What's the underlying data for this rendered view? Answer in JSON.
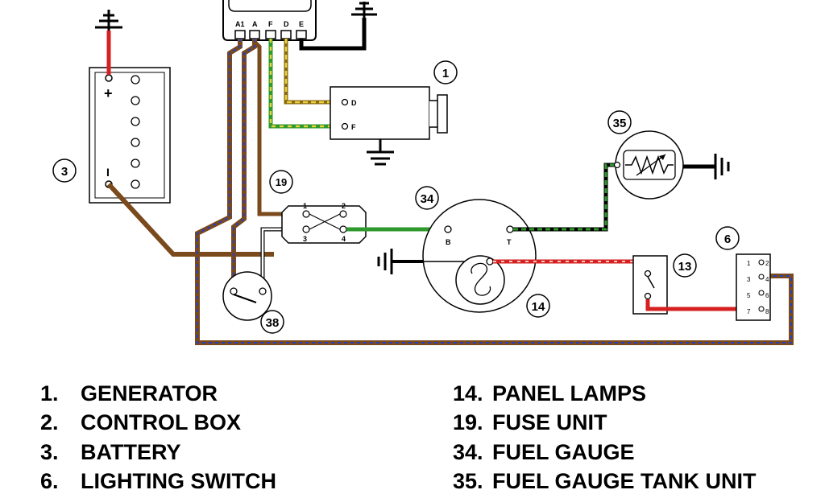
{
  "control_box": {
    "terminals": [
      "A1",
      "A",
      "F",
      "D",
      "E"
    ]
  },
  "generator": {
    "number": "1",
    "terminals": {
      "d": "D",
      "f": "F"
    }
  },
  "battery": {
    "number": "3",
    "plus": "+",
    "minus": "I"
  },
  "fuse_unit": {
    "number": "19",
    "terminals": [
      "1",
      "2",
      "3",
      "4"
    ]
  },
  "fuel_gauge": {
    "number": "34",
    "terminals": {
      "b": "B",
      "t": "T"
    }
  },
  "panel_lamp": {
    "number": "14"
  },
  "tank_unit": {
    "number": "35"
  },
  "sw13": {
    "number": "13"
  },
  "connector6": {
    "number": "6",
    "pins": [
      "1",
      "2",
      "3",
      "4",
      "5",
      "6",
      "7",
      "8"
    ]
  },
  "lighting_switch": {
    "number": "38"
  },
  "legend": {
    "left": [
      {
        "num": "1.",
        "text": "GENERATOR"
      },
      {
        "num": "2.",
        "text": "CONTROL BOX"
      },
      {
        "num": "3.",
        "text": "BATTERY"
      },
      {
        "num": "6.",
        "text": "LIGHTING SWITCH"
      }
    ],
    "right": [
      {
        "num": "14.",
        "text": "PANEL LAMPS"
      },
      {
        "num": "19.",
        "text": "FUSE UNIT"
      },
      {
        "num": "34.",
        "text": "FUEL GAUGE"
      },
      {
        "num": "35.",
        "text": "FUEL GAUGE TANK UNIT"
      }
    ]
  },
  "wire_colors": {
    "brown": "#7a4a1c",
    "blue": "#2340c8",
    "green": "#2e9a2e",
    "yellow": "#e8d23a",
    "red": "#d62020",
    "black": "#000000",
    "white": "#ffffff"
  }
}
